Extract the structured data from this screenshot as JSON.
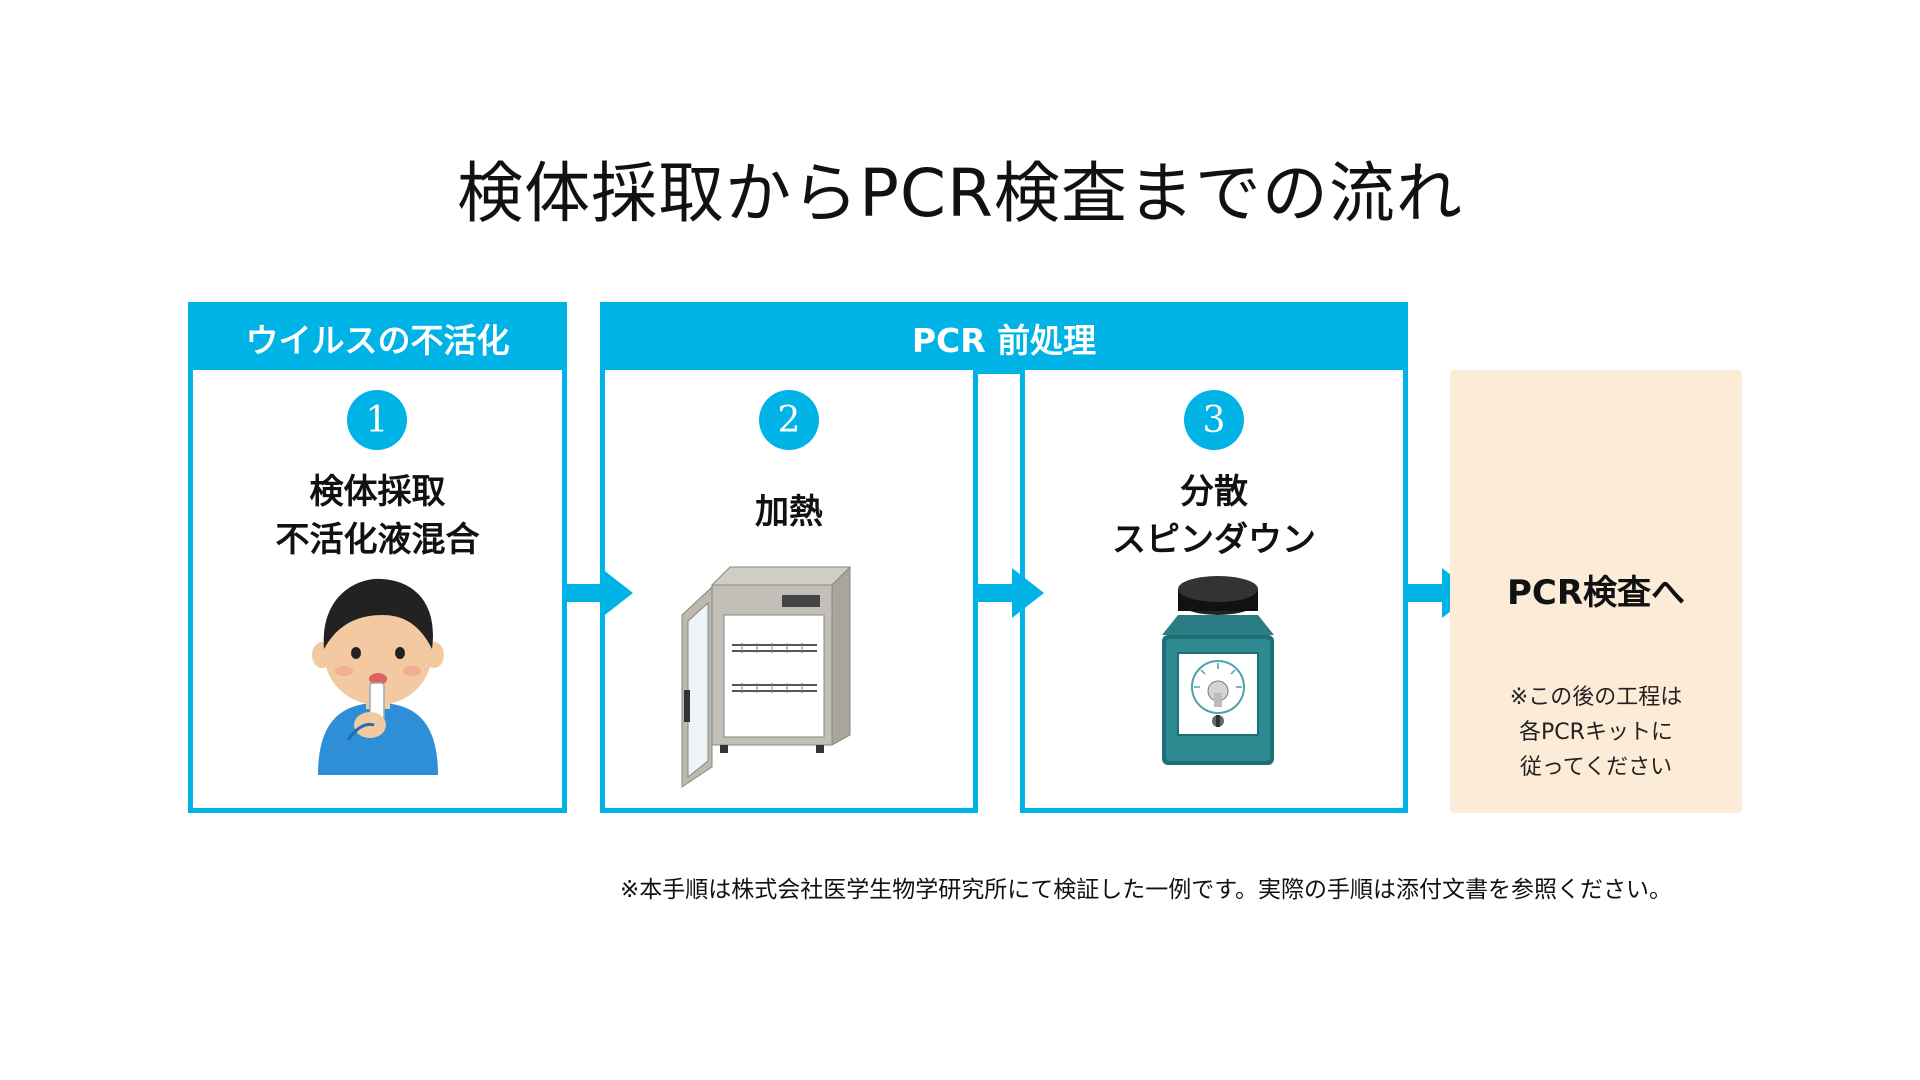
{
  "title": "検体採取からPCR検査までの流れ",
  "groups": [
    {
      "label": "ウイルスの不活化"
    },
    {
      "label": "PCR 前処理"
    }
  ],
  "steps": [
    {
      "number": "1",
      "lines": [
        "検体採取",
        "不活化液混合"
      ]
    },
    {
      "number": "2",
      "lines": [
        "加熱"
      ]
    },
    {
      "number": "3",
      "lines": [
        "分散",
        "スピンダウン"
      ]
    }
  ],
  "final": {
    "title": "PCR検査へ",
    "note_lines": [
      "※この後の工程は",
      "各PCRキットに",
      "従ってください"
    ]
  },
  "footnote": "※本手順は株式会社医学生物学研究所にて検証した一例です。実際の手順は添付文書を参照ください。",
  "colors": {
    "accent": "#00b3e6",
    "final_bg": "#fcebd6"
  },
  "icons": [
    "person-swab-icon",
    "incubator-icon",
    "vortex-mixer-icon",
    "arrow-right-icon"
  ]
}
